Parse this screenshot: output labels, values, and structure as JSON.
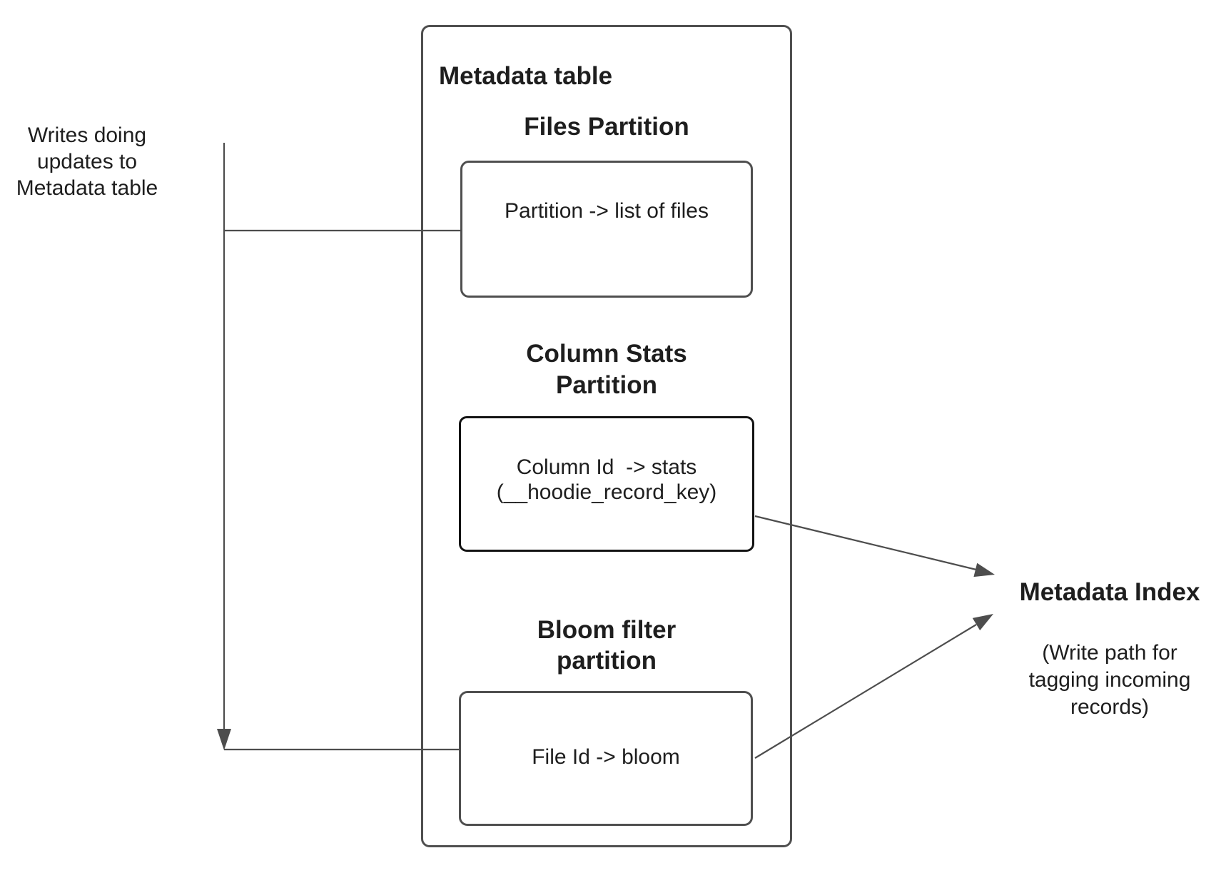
{
  "colors": {
    "background": "#ffffff",
    "line": "#4d4d4d",
    "box_border": "#4f4f4f",
    "stats_box_border": "#141414",
    "text": "#1e1e1e"
  },
  "left_note": {
    "lines": [
      "Writes doing",
      "updates to",
      "Metadata table"
    ]
  },
  "metadata_table": {
    "title": "Metadata table",
    "files_partition": {
      "heading": "Files Partition",
      "body_lines": [
        "Partition -> list of files"
      ]
    },
    "column_stats_partition": {
      "heading_lines": [
        "Column Stats",
        "Partition"
      ],
      "body_lines": [
        "Column Id  -> stats",
        "(__hoodie_record_key)"
      ]
    },
    "bloom_filter_partition": {
      "heading_lines": [
        "Bloom filter",
        "partition"
      ],
      "body_lines": [
        "File Id -> bloom"
      ]
    }
  },
  "metadata_index": {
    "title": "Metadata Index",
    "subtitle_lines": [
      "(Write path for",
      "tagging incoming",
      "records)"
    ]
  }
}
